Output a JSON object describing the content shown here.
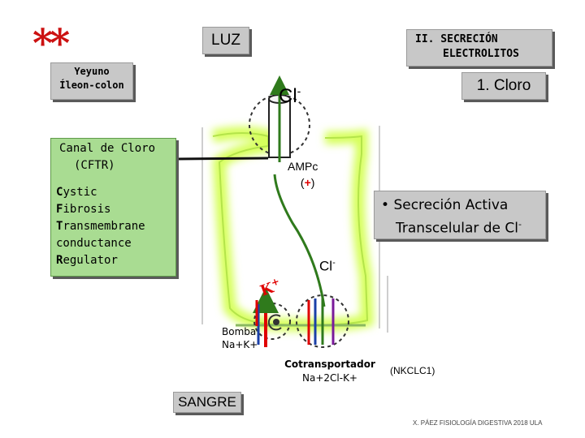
{
  "stars": "**",
  "luz": "LUZ",
  "section": {
    "line1": "II. SECRECIÓN",
    "line2": "ELECTROLITOS"
  },
  "subsection": "1. Cloro",
  "location": {
    "line1": "Yeyuno",
    "line2": "Íleon-colon"
  },
  "cftr": {
    "title_line1": "Canal de Cloro",
    "title_line2": "(CFTR)",
    "expansion": [
      {
        "initial": "C",
        "rest": "ystic"
      },
      {
        "initial": "F",
        "rest": "ibrosis"
      },
      {
        "initial": "T",
        "rest": "ransmembrane"
      },
      {
        "initial": "",
        "rest": "conductance"
      },
      {
        "initial": "R",
        "rest": "egulator"
      }
    ]
  },
  "cl_top": "Cl",
  "cl_superscript": "-",
  "ampc": {
    "label": "AMPc",
    "sign_open": "(",
    "sign": "+",
    "sign_close": ")"
  },
  "active_secretion": {
    "bullet": "•",
    "line1": "Secreción Activa",
    "line2": "Transcelular de Cl",
    "line2_sup": "-"
  },
  "cl_mid": "Cl",
  "cl_mid_sup": "-",
  "k_label": "K",
  "k_sup": "+",
  "pump": {
    "line1": "Bomba",
    "line2": "Na+K+"
  },
  "cotransporter": {
    "line1": "Cotransportador",
    "line2": "Na+2Cl-K+"
  },
  "nkcc": "(NKCLC1)",
  "sangre": "SANGRE",
  "credit": "X. PÁEZ  FISIOLOGÍA DIGESTIVA 2018 ULA",
  "colors": {
    "green_box": "#a9dc92",
    "gray_box": "#c8c8c8",
    "cell_glow": "#d6ff5a",
    "arrow_green": "#2f7a1c",
    "plus_red": "#e00000",
    "stars_red": "#cc1111"
  }
}
